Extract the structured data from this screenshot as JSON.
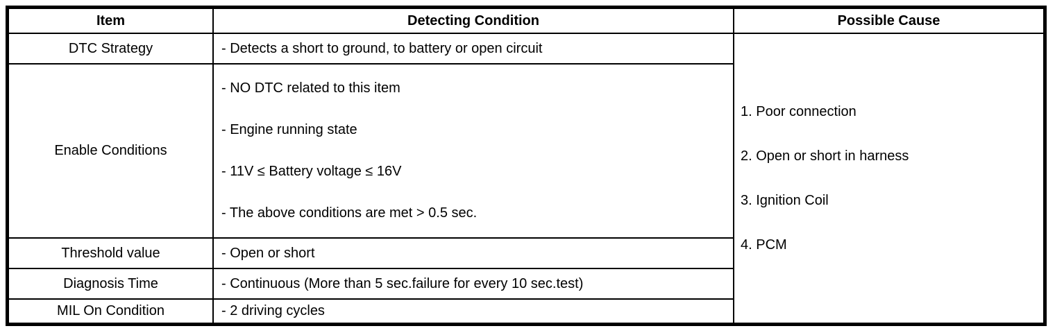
{
  "table": {
    "headers": {
      "item": "Item",
      "detecting_condition": "Detecting Condition",
      "possible_cause": "Possible Cause"
    },
    "rows": [
      {
        "item": "DTC Strategy",
        "conditions": [
          "- Detects a short to ground, to battery or open circuit"
        ]
      },
      {
        "item": "Enable Conditions",
        "conditions": [
          "- NO DTC related to this item",
          "- Engine running state",
          "- 11V ≤ Battery voltage ≤ 16V",
          "- The above conditions are met > 0.5 sec."
        ]
      },
      {
        "item": "Threshold value",
        "conditions": [
          "- Open or short"
        ]
      },
      {
        "item": "Diagnosis Time",
        "conditions": [
          "- Continuous (More than 5 sec.failure for every 10 sec.test)"
        ]
      },
      {
        "item": "MIL On Condition",
        "conditions": [
          "- 2 driving cycles"
        ]
      }
    ],
    "possible_causes": [
      "1. Poor connection",
      "2. Open or short in harness",
      "3. Ignition Coil",
      "4. PCM"
    ]
  },
  "colors": {
    "border": "#000000",
    "text": "#000000",
    "background": "#ffffff"
  }
}
